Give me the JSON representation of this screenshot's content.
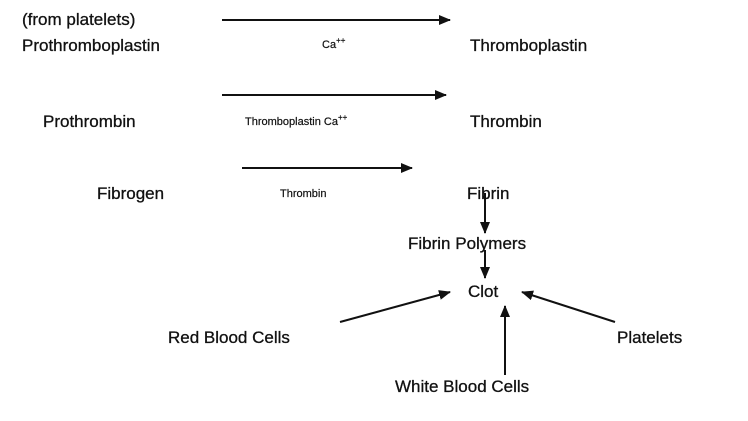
{
  "labels": {
    "from_platelets": "(from platelets)",
    "prothromboplastin": "Prothromboplastin",
    "ca_step1": "Ca",
    "ca_sup": "++",
    "thromboplastin": "Thromboplastin",
    "prothrombin": "Prothrombin",
    "step2_catalyst": "Thromboplastin Ca",
    "step2_sup": "++",
    "thrombin": "Thrombin",
    "fibrogen": "Fibrogen",
    "step3_catalyst": "Thrombin",
    "fibrin": "Fibrin",
    "fibrin_polymers": "Fibrin Polymers",
    "clot": "Clot",
    "red_blood_cells": "Red Blood Cells",
    "platelets": "Platelets",
    "white_blood_cells": "White Blood Cells"
  }
}
